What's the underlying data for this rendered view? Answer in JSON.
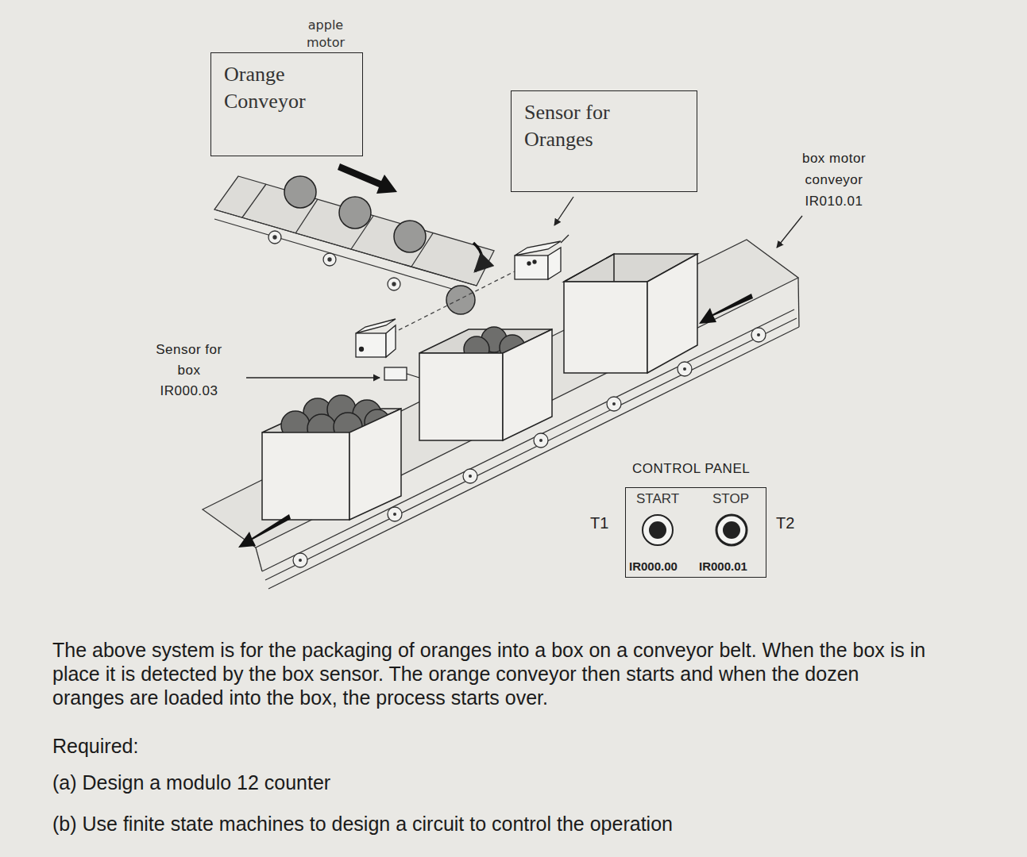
{
  "diagram": {
    "nodes": [
      {
        "text": [
          "apple motor",
          "Orange Conveyor"
        ]
      },
      {
        "text": [
          "Sensor for Oranges"
        ]
      },
      {
        "text": [
          "CONTROL PANEL",
          "START",
          "STOP",
          "IR000.00",
          "IR000.01"
        ]
      }
    ],
    "labels": [
      "box motor conveyor IR010.01",
      "Sensor for box IR000.03",
      "T1",
      "T2",
      "The above system is for the packaging of oranges into a box on a conveyor belt. When the box is in place it is detected by the box sensor. The orange conveyor then starts and when the dozen oranges are loaded into the box, the process starts over.",
      "Required:",
      "(a) Design a modulo 12 counter",
      "(b) Use finite state machines to design a circuit to control the operation"
    ]
  }
}
